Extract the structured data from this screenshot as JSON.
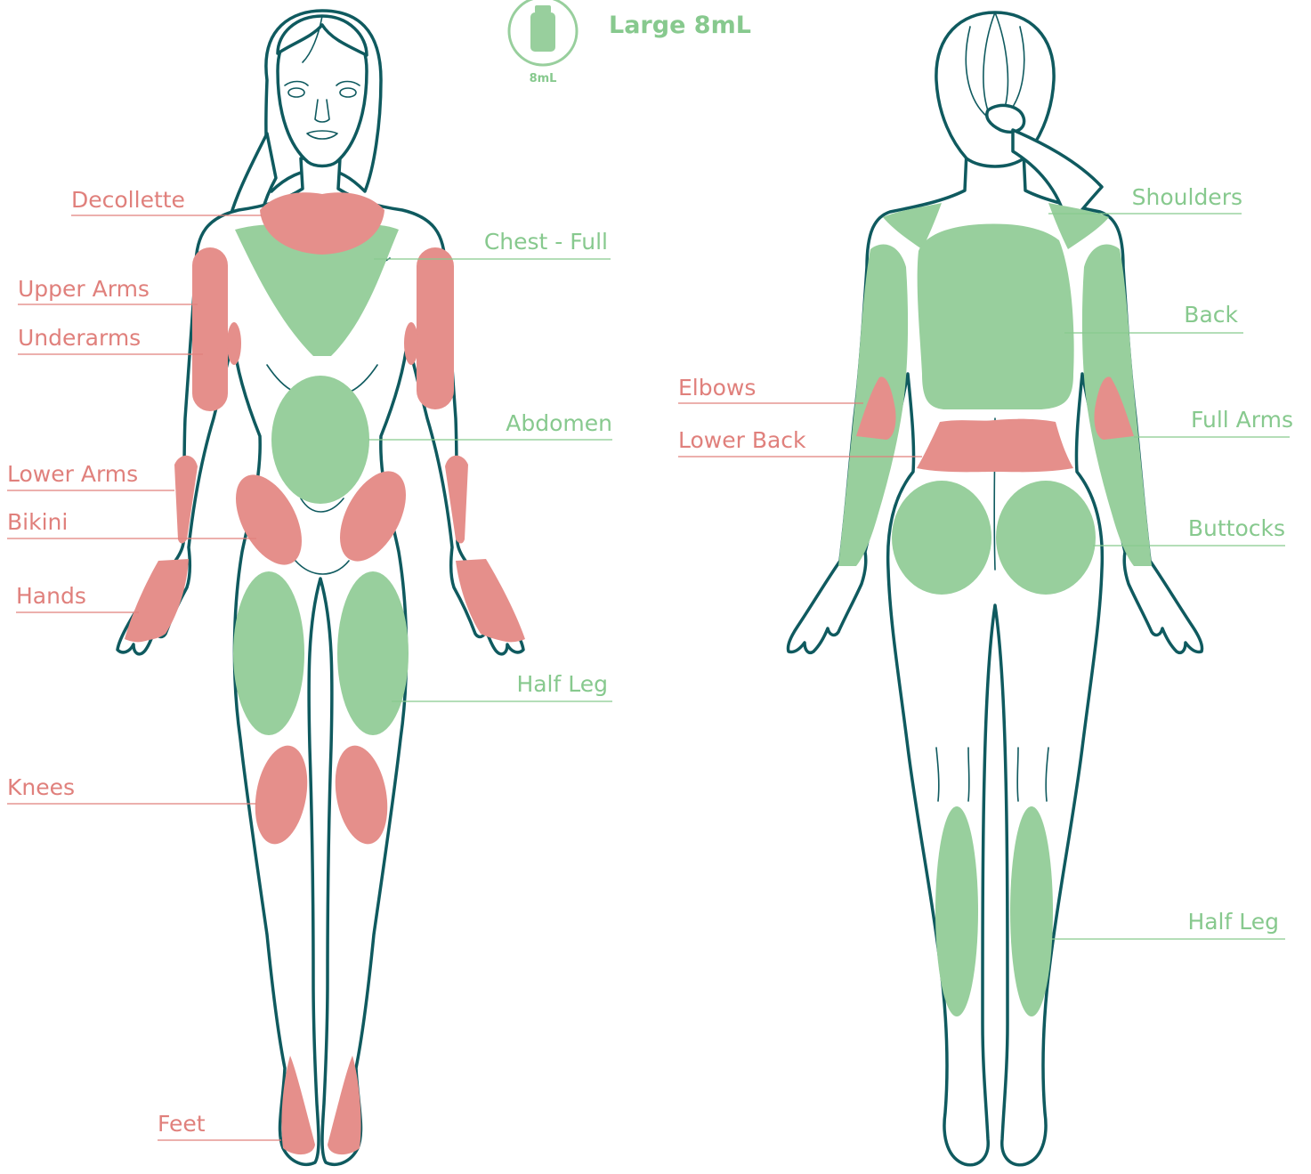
{
  "colors": {
    "green": "#98cf9d",
    "red": "#e58f8b",
    "green_text": "#87c98e",
    "red_text": "#e0807c",
    "outline": "#0f5a5f"
  },
  "header": {
    "icon": "bottle-icon",
    "bottle_caption": "8mL",
    "title": "Large 8mL"
  },
  "front_labels": {
    "decollette": "Decollette",
    "upper_arms": "Upper Arms",
    "underarms": "Underarms",
    "lower_arms": "Lower Arms",
    "bikini": "Bikini",
    "hands": "Hands",
    "knees": "Knees",
    "feet": "Feet",
    "chest_full": "Chest - Full",
    "abdomen": "Abdomen",
    "half_leg": "Half Leg"
  },
  "back_labels": {
    "shoulders": "Shoulders",
    "back": "Back",
    "elbows": "Elbows",
    "full_arms": "Full Arms",
    "lower_back": "Lower Back",
    "buttocks": "Buttocks",
    "half_leg": "Half Leg"
  }
}
